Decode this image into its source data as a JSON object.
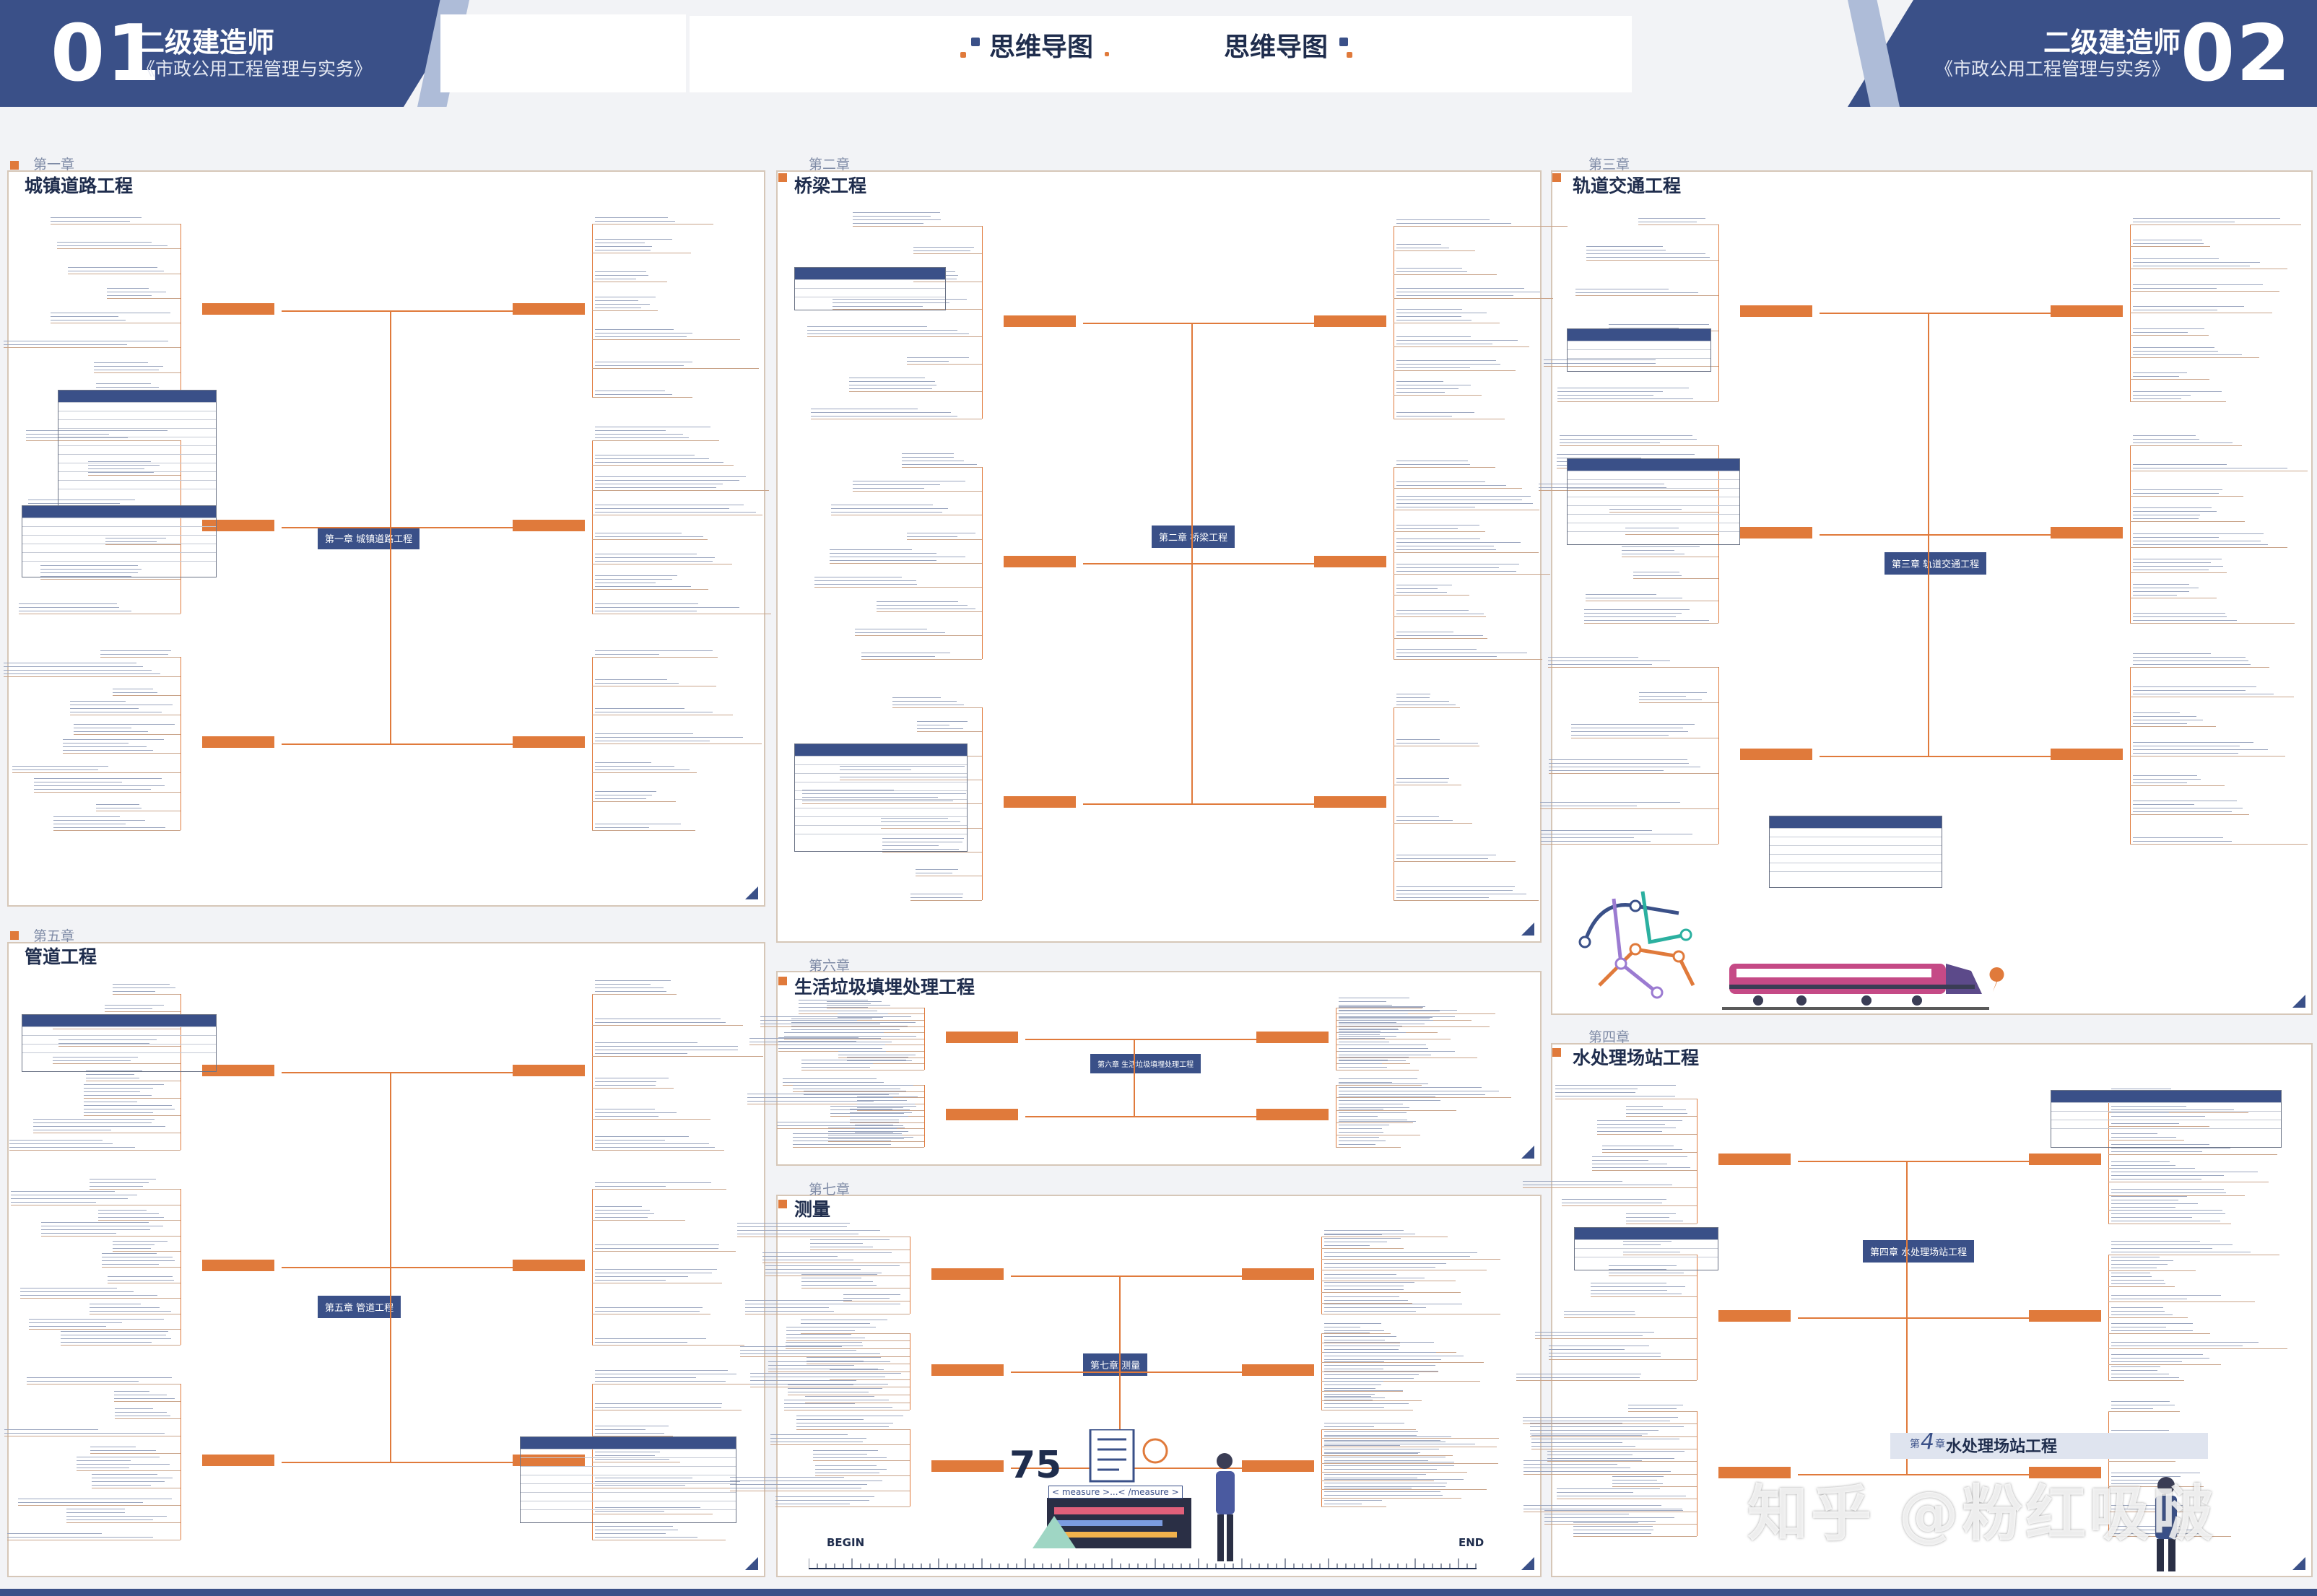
{
  "header": {
    "left_num": "01",
    "left_title": "二级建造师",
    "left_sub": "《市政公用工程管理与实务》",
    "right_num": "02",
    "right_title": "二级建造师",
    "right_sub": "《市政公用工程管理与实务》",
    "center_labels": [
      "思维导图",
      "思维导图"
    ]
  },
  "colors": {
    "navy": "#3a5088",
    "orange": "#e07a3b",
    "light_blue": "#aebcd8",
    "panel_border": "#d6c7b8"
  },
  "panels": [
    {
      "chapter": "第一章",
      "title": "城镇道路工程",
      "center": "第一章 城镇道路工程"
    },
    {
      "chapter": "第二章",
      "title": "桥梁工程",
      "center": "第二章 桥梁工程"
    },
    {
      "chapter": "第三章",
      "title": "轨道交通工程",
      "center": "第三章 轨道交通工程"
    },
    {
      "chapter": "第五章",
      "title": "管道工程",
      "center": "第五章 管道工程"
    },
    {
      "chapter": "第六章",
      "title": "生活垃圾填埋处理工程",
      "center": "第六章 生活垃圾填埋处理工程"
    },
    {
      "chapter": "第七章",
      "title": "测量",
      "center": "第七章 测量"
    },
    {
      "chapter": "第四章",
      "title": "水处理场站工程",
      "center": "第四章 水处理场站工程"
    }
  ],
  "illustrations": {
    "measure_big": "75",
    "measure_tag": "< measure >...< /measure >",
    "ruler_begin": "BEGIN",
    "ruler_end": "END",
    "water_banner_prefix": "第",
    "water_banner_num": "4",
    "water_banner_suffix": "章",
    "water_banner_title": "水处理场站工程"
  },
  "watermark": "知乎 @粉红吸啵"
}
